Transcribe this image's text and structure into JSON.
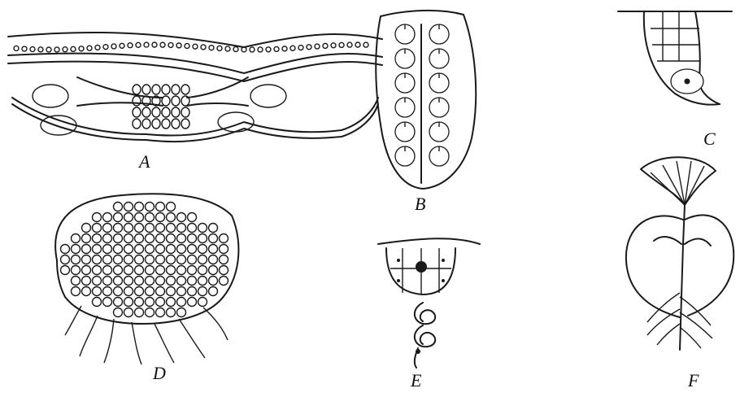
{
  "figure": {
    "panels": [
      {
        "key": "a",
        "label": "A"
      },
      {
        "key": "b",
        "label": "B"
      },
      {
        "key": "c",
        "label": "C"
      },
      {
        "key": "d",
        "label": "D"
      },
      {
        "key": "e",
        "label": "E"
      },
      {
        "key": "f",
        "label": "F"
      }
    ]
  }
}
